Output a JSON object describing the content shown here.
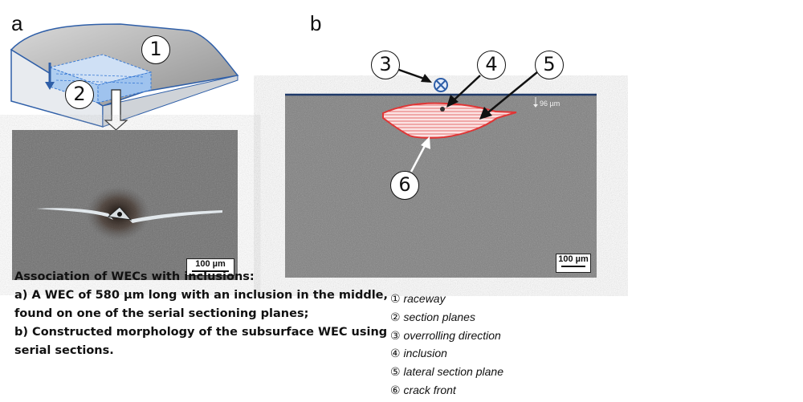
{
  "panel_a": {
    "letter": "a",
    "label_1": "1",
    "label_2": "2",
    "scalebar": "100 µm"
  },
  "panel_b": {
    "letter": "b",
    "label_3": "3",
    "label_4": "4",
    "label_5": "5",
    "label_6": "6",
    "depth": "96 µm",
    "scalebar": "100 µm"
  },
  "caption": {
    "lines": [
      "Association of WECs with inclusions:",
      "a) A WEC of 580 µm long with an inclusion in the middle,",
      "found on one of the serial sectioning planes;",
      "b) Constructed morphology of the subsurface WEC using",
      "serial sections."
    ]
  },
  "legend": [
    {
      "num": "①",
      "text": "raceway"
    },
    {
      "num": "②",
      "text": "section planes"
    },
    {
      "num": "③",
      "text": "overrolling direction"
    },
    {
      "num": "④",
      "text": "inclusion"
    },
    {
      "num": "⑤",
      "text": "lateral section plane"
    },
    {
      "num": "⑥",
      "text": "crack front"
    }
  ],
  "colors": {
    "accent_blue": "#2f5fa8",
    "wec_red": "#d83030",
    "micrograph_gray": "#7d7d7d"
  }
}
